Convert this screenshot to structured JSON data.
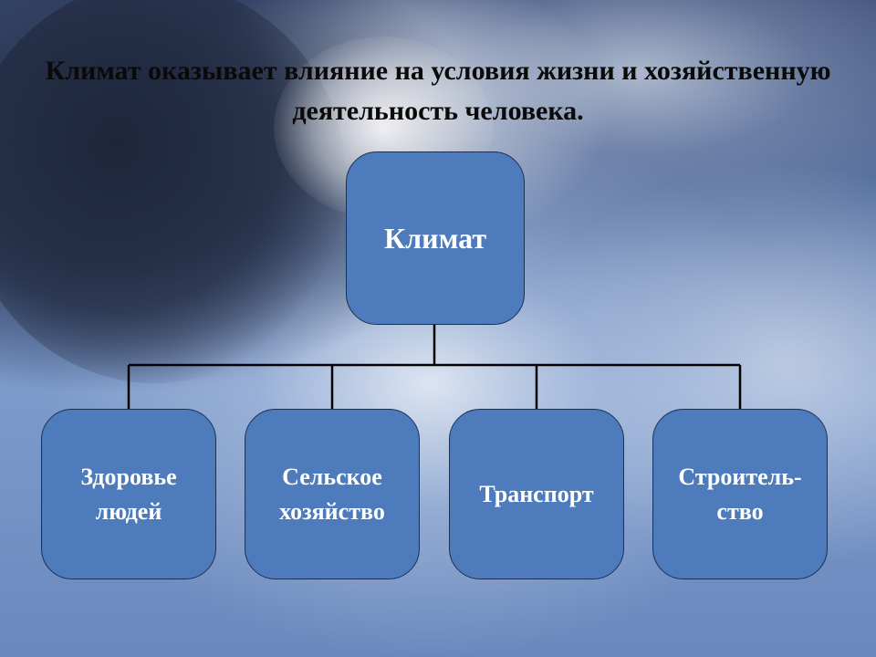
{
  "title": "Климат оказывает влияние на условия жизни и хозяйственную деятельность человека.",
  "diagram": {
    "root": "Климат",
    "children": [
      "Здоровье\nлюдей",
      "Сельское\nхозяйство",
      "Транспорт",
      "Строитель-\nство"
    ]
  },
  "colors": {
    "box_fill": "#4d7bbb",
    "box_border": "#1e2f55",
    "connector": "#000000",
    "text": "#ffffff"
  }
}
